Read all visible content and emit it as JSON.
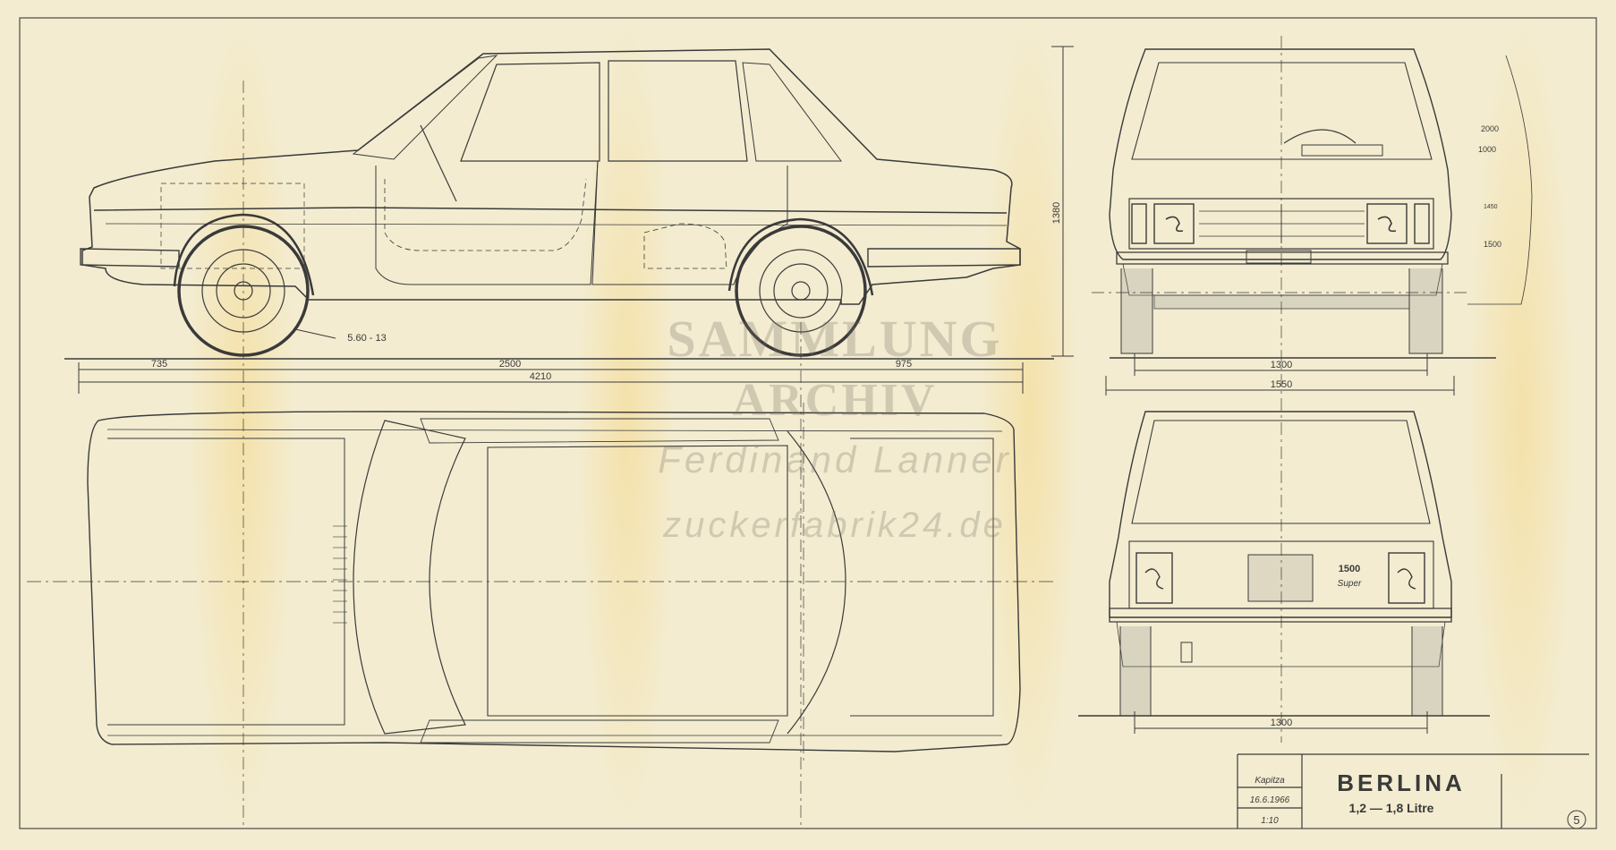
{
  "colors": {
    "paper": "#f3ecd0",
    "ink": "#3a3a3a",
    "watermark": "#8a7e74"
  },
  "dimensions": {
    "front_overhang": "735",
    "wheelbase": "2500",
    "rear_overhang": "975",
    "overall_length": "4210",
    "height": "1380",
    "tire_size": "5.60 - 13",
    "front_track": "1300",
    "overall_width": "1550",
    "rear_track": "1300"
  },
  "front_view_notes": [
    "2000",
    "1000",
    "1450",
    "1500"
  ],
  "rear_badge": {
    "model": "1500",
    "trim": "Super"
  },
  "title_block": {
    "designer": "Kapitza",
    "date": "16.6.1966",
    "scale": "1:10",
    "title": "BERLINA",
    "subtitle": "1,2 — 1,8 Litre",
    "sheet_number": "5"
  },
  "watermark": {
    "line1": "SAMMLUNG",
    "line2": "ARCHIV",
    "line3": "Ferdinand Lanner",
    "line4": "zuckerfabrik24.de"
  }
}
